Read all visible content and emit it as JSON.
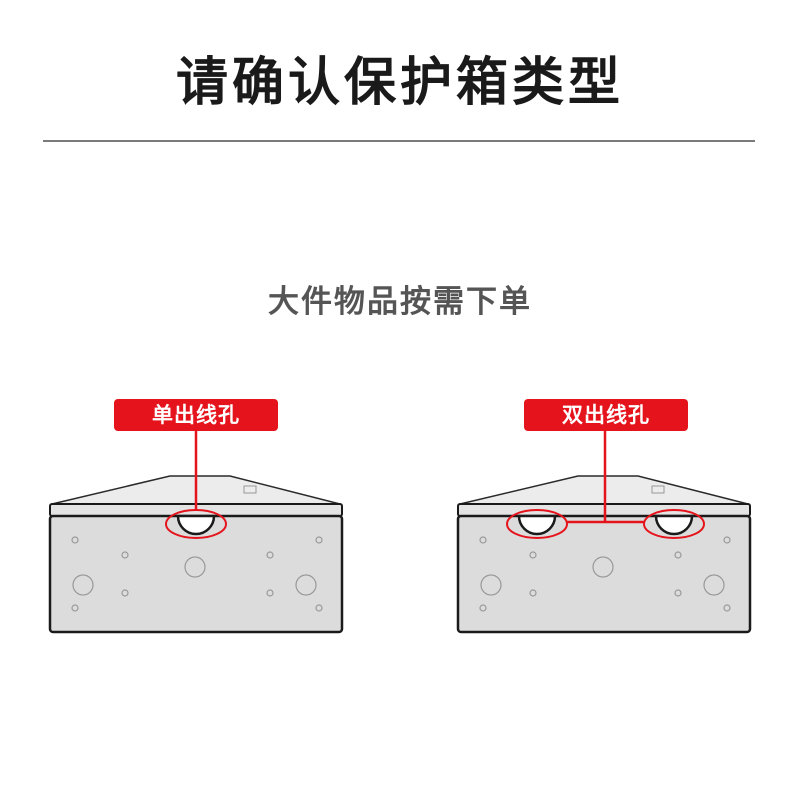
{
  "header": {
    "title": "请确认保护箱类型"
  },
  "main": {
    "subtitle": "大件物品按需下单",
    "options": [
      {
        "label": "单出线孔",
        "holes": 1
      },
      {
        "label": "双出线孔",
        "holes": 2
      }
    ]
  },
  "colors": {
    "accent": "#e5141c",
    "box_fill": "#dcdcdc",
    "lid_fill": "#e8e8e8",
    "outline": "#1a1a1a"
  }
}
